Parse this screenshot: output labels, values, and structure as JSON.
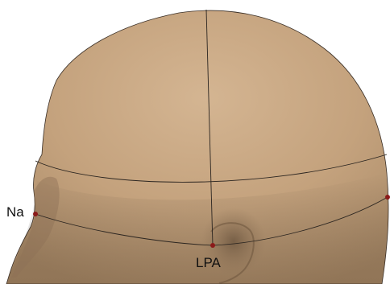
{
  "diagram": {
    "landmarks": [
      {
        "id": "Na",
        "label": "Na"
      },
      {
        "id": "LPA",
        "label": "LPA"
      }
    ],
    "colors": {
      "skin": "#c4a27d",
      "skin_shadow": "#8d7256",
      "skin_highlight": "#d6b895",
      "line": "#2b2520",
      "landmark": "#8b1a1a",
      "background": "#ffffff"
    }
  }
}
